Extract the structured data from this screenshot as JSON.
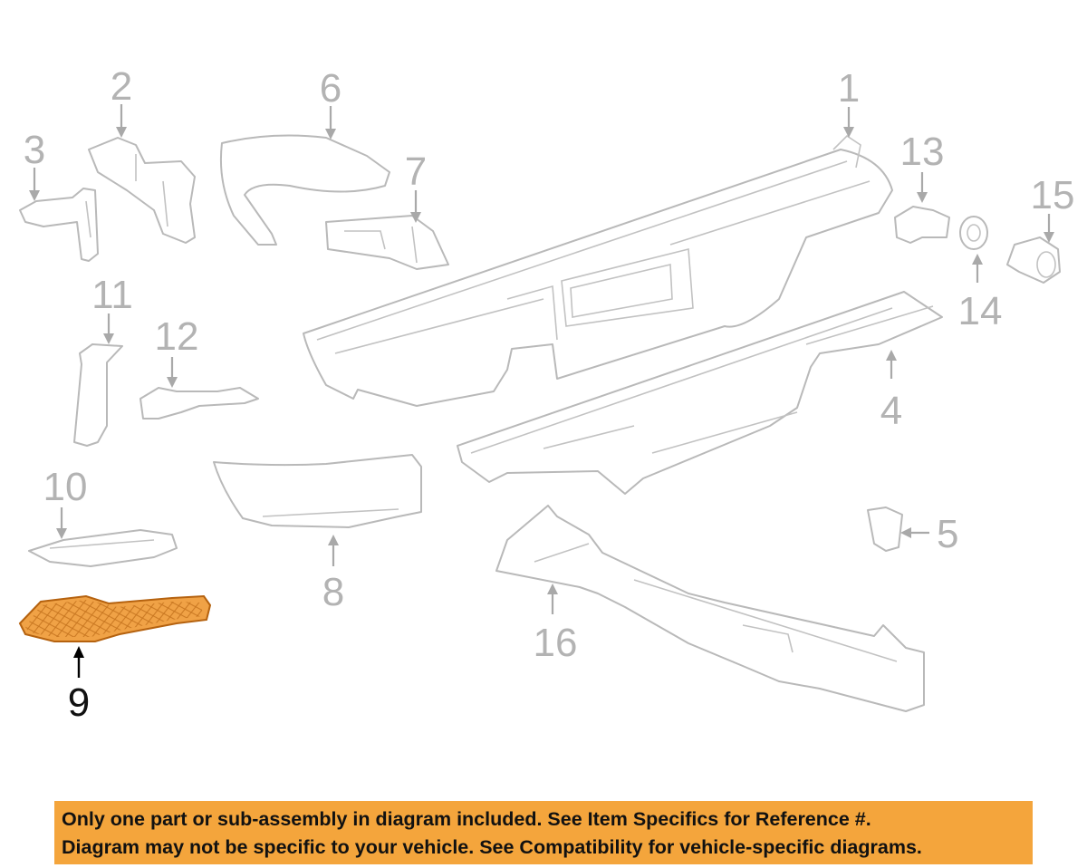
{
  "callouts": {
    "c1": "1",
    "c2": "2",
    "c3": "3",
    "c4": "4",
    "c5": "5",
    "c6": "6",
    "c7": "7",
    "c8": "8",
    "c9": "9",
    "c10": "10",
    "c11": "11",
    "c12": "12",
    "c13": "13",
    "c14": "14",
    "c15": "15",
    "c16": "16"
  },
  "highlighted_callout": "9",
  "colors": {
    "highlight": "#f0a246",
    "banner": "#f4a53c",
    "linework": "#b9b9b9"
  },
  "notice": {
    "line1": "Only one part or sub-assembly in diagram included. See Item Specifics for Reference #.",
    "line2": "Diagram may not be specific to your vehicle. See Compatibility for vehicle-specific diagrams."
  }
}
